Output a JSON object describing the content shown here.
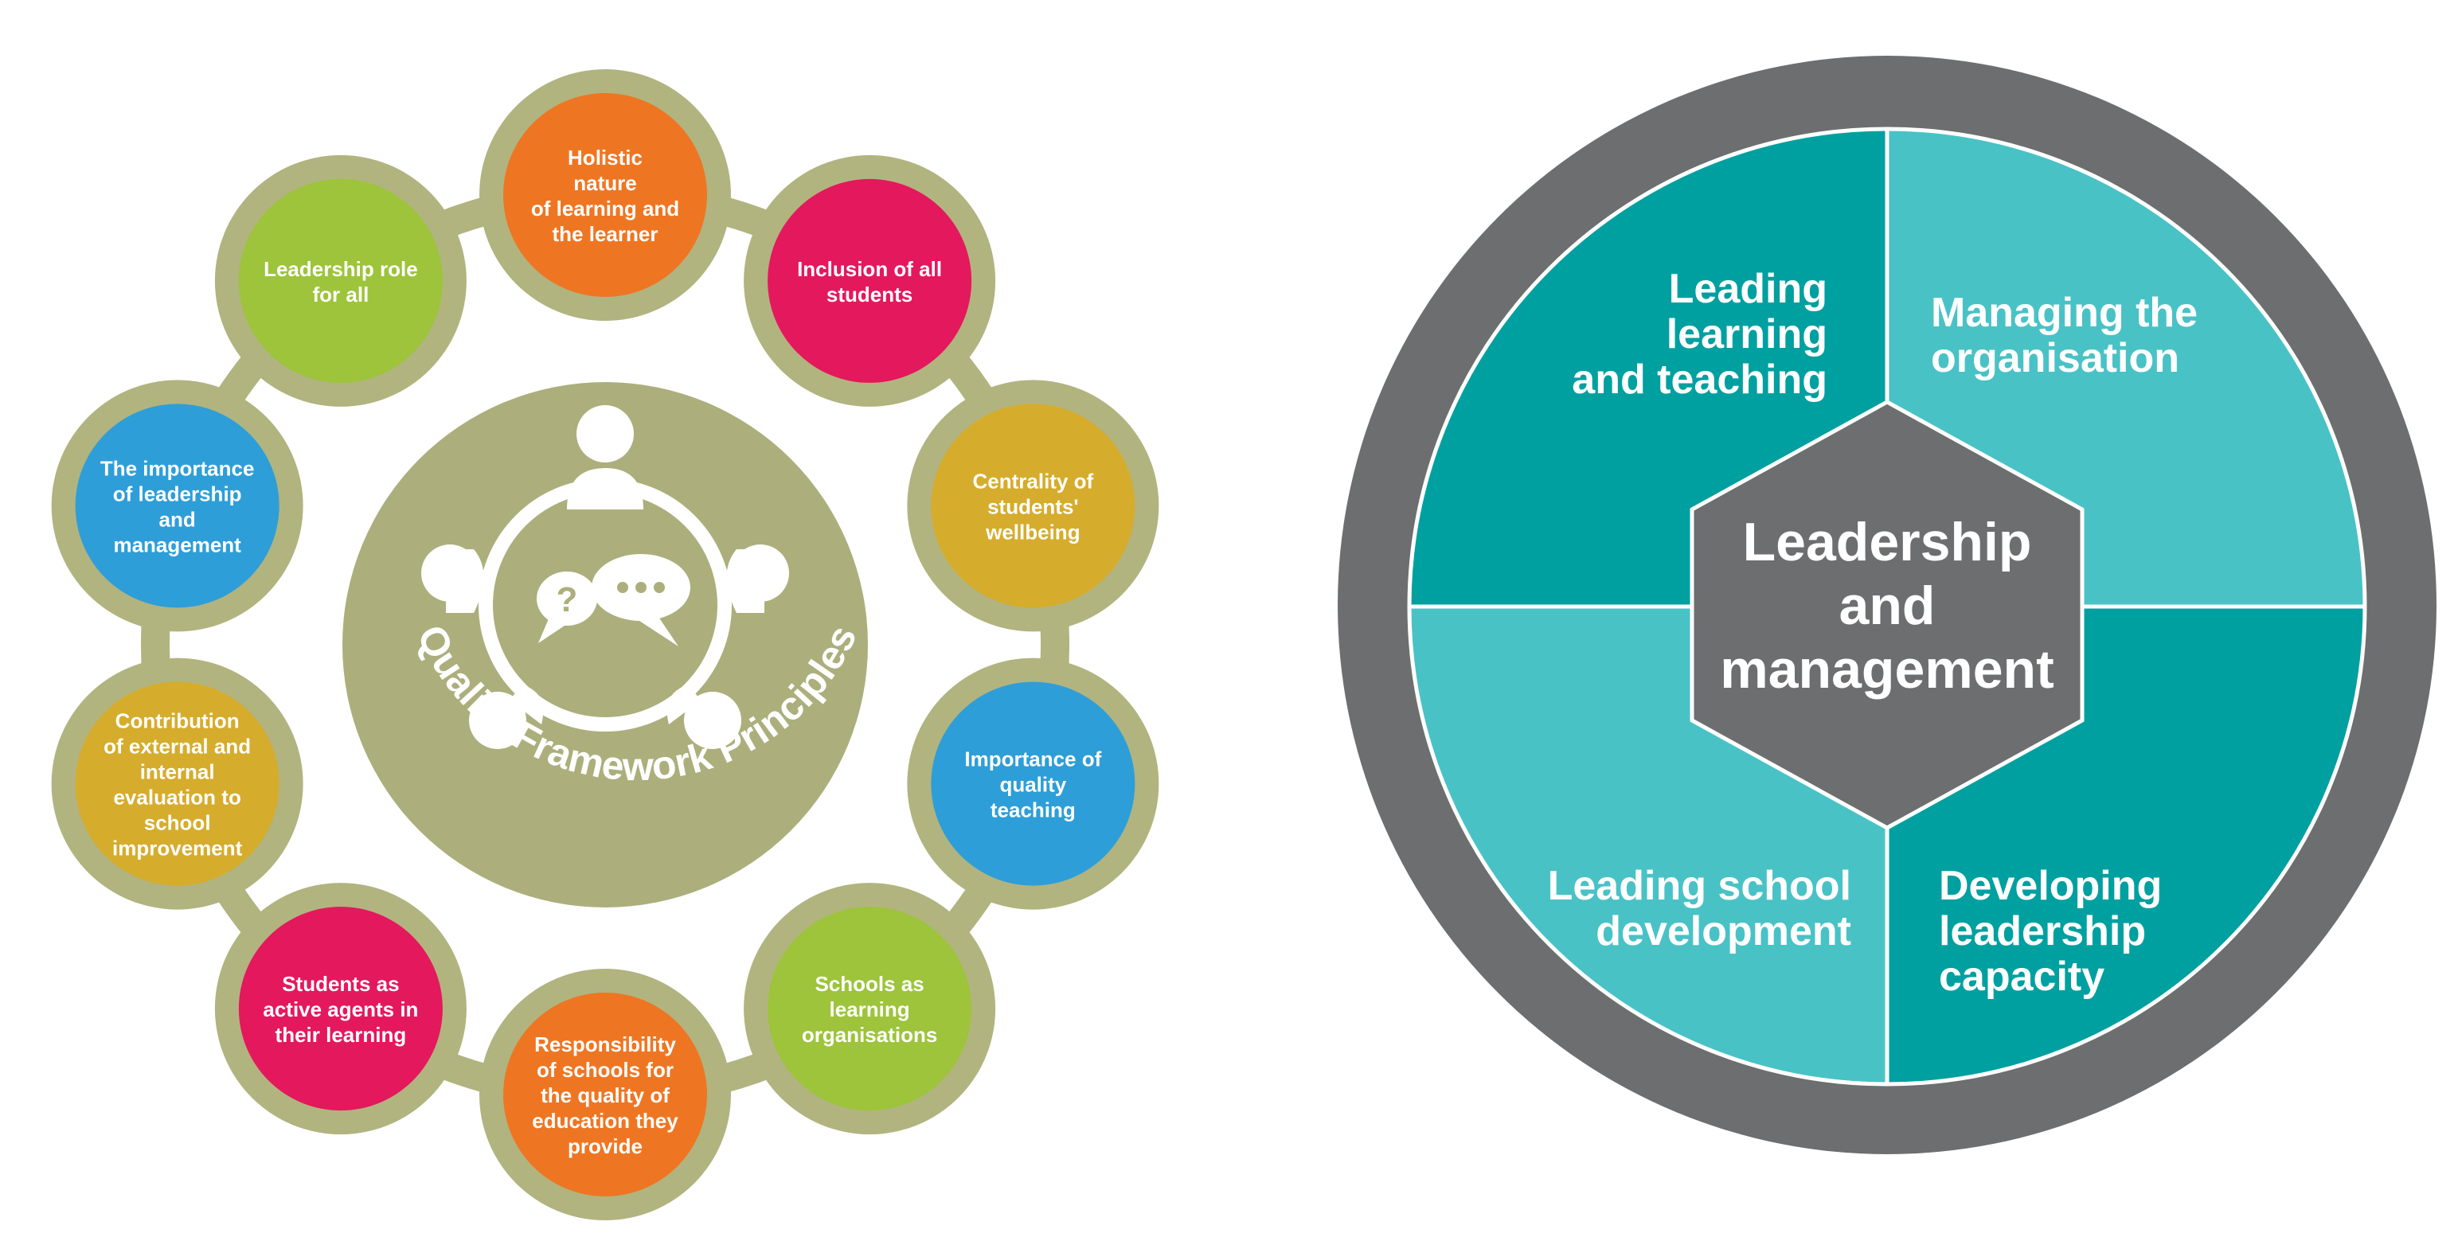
{
  "left_diagram": {
    "center_title": "Quality Framework Principles",
    "principles": [
      {
        "label": "Holistic nature of learning and the learner",
        "lines": [
          "Holistic",
          "nature",
          "of learning and",
          "the learner"
        ],
        "color": "#EE7623"
      },
      {
        "label": "Inclusion of all students",
        "lines": [
          "Inclusion of all",
          "students"
        ],
        "color": "#E4185C"
      },
      {
        "label": "Centrality of students' wellbeing",
        "lines": [
          "Centrality of",
          "students'",
          "wellbeing"
        ],
        "color": "#D6AC2C"
      },
      {
        "label": "Importance of quality teaching",
        "lines": [
          "Importance of",
          "quality",
          "teaching"
        ],
        "color": "#2E9ED8"
      },
      {
        "label": "Schools as learning organisations",
        "lines": [
          "Schools as",
          "learning",
          "organisations"
        ],
        "color": "#9DC43A"
      },
      {
        "label": "Responsibility of schools for the quality of education they provide",
        "lines": [
          "Responsibility",
          "of schools for",
          "the quality of",
          "education they",
          "provide"
        ],
        "color": "#EE7623"
      },
      {
        "label": "Students as active agents in their learning",
        "lines": [
          "Students as",
          "active agents in",
          "their learning"
        ],
        "color": "#E4185C"
      },
      {
        "label": "Contribution of external and internal evaluation to school improvement",
        "lines": [
          "Contribution",
          "of external and",
          "internal",
          "evaluation to",
          "school",
          "improvement"
        ],
        "color": "#D6AC2C"
      },
      {
        "label": "The importance of leadership and management",
        "lines": [
          "The importance",
          "of leadership",
          "and",
          "management"
        ],
        "color": "#2E9ED8"
      },
      {
        "label": "Leadership role for all",
        "lines": [
          "Leadership role",
          "for all"
        ],
        "color": "#9DC43A"
      }
    ]
  },
  "right_diagram": {
    "center_lines": [
      "Leadership",
      "and",
      "management"
    ],
    "quadrants": [
      {
        "name": "top-left",
        "lines": [
          "Leading",
          "learning",
          "and teaching"
        ],
        "color": "#00A0A0"
      },
      {
        "name": "top-right",
        "lines": [
          "Managing the",
          "organisation"
        ],
        "color": "#49C2C6"
      },
      {
        "name": "bottom-left",
        "lines": [
          "Leading school",
          "development"
        ],
        "color": "#49C2C6"
      },
      {
        "name": "bottom-right",
        "lines": [
          "Developing",
          "leadership",
          "capacity"
        ],
        "color": "#00A0A0"
      }
    ]
  },
  "colors": {
    "olive": "#ACAF7C",
    "olive_ring": "#B1B47F",
    "grey_ring": "#6D6E70",
    "hexagon": "#6D6E70"
  }
}
